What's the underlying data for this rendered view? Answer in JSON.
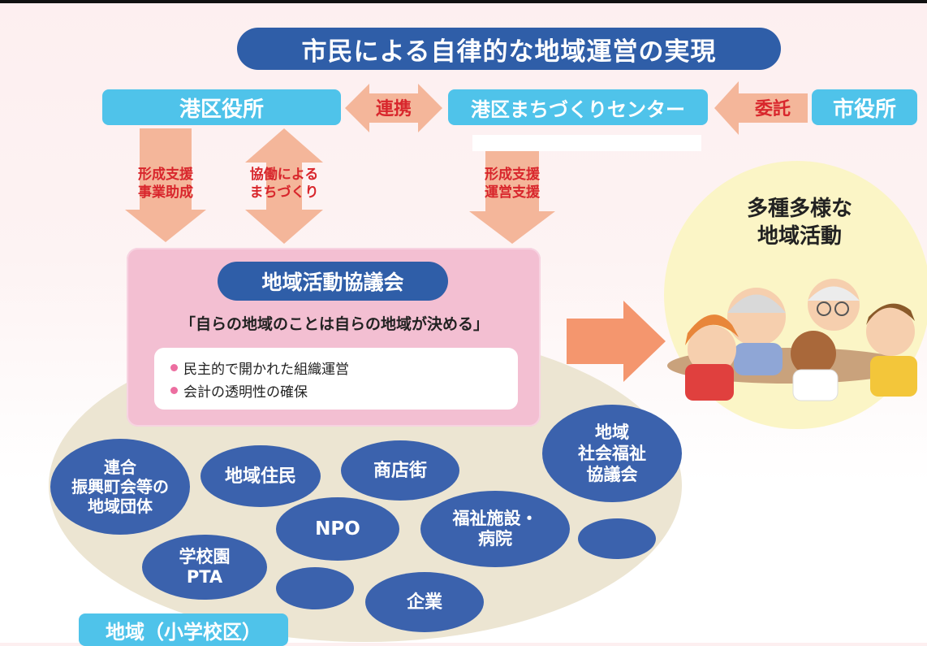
{
  "header": {
    "title": "市民による自律的な地域運営の実現"
  },
  "top_row": {
    "ward_office": "港区役所",
    "cooperation": "連携",
    "center": "港区まちづくりセンター",
    "entrust": "委託",
    "city_hall": "市役所"
  },
  "arrows": {
    "left_support": [
      "形成支援",
      "事業助成"
    ],
    "collab": [
      "協働による",
      "まちづくり"
    ],
    "center_support": [
      "形成支援",
      "運営支援"
    ]
  },
  "council": {
    "title": "地域活動協議会",
    "motto": "「自らの地域のことは自らの地域が決める」",
    "bullets": [
      "民主的で開かれた組織運営",
      "会計の透明性の確保"
    ]
  },
  "activities": {
    "label": [
      "多種多様な",
      "地域活動"
    ]
  },
  "region": {
    "label": "地域（小学校区）",
    "groups": {
      "rengo": [
        "連合",
        "振興町会等の",
        "地域団体"
      ],
      "residents": "地域住民",
      "shopping": "商店街",
      "welfare_council": [
        "地域",
        "社会福祉",
        "協議会"
      ],
      "npo": "NPO",
      "welfare_facility": [
        "福祉施設・",
        "病院"
      ],
      "school": [
        "学校園",
        "PTA"
      ],
      "company": "企業"
    }
  },
  "colors": {
    "navy": "#2f5ea8",
    "cyan": "#4fc3ea",
    "red": "#d8262c",
    "pink": "#f3bfd2",
    "arrow": "#f4b69a"
  }
}
